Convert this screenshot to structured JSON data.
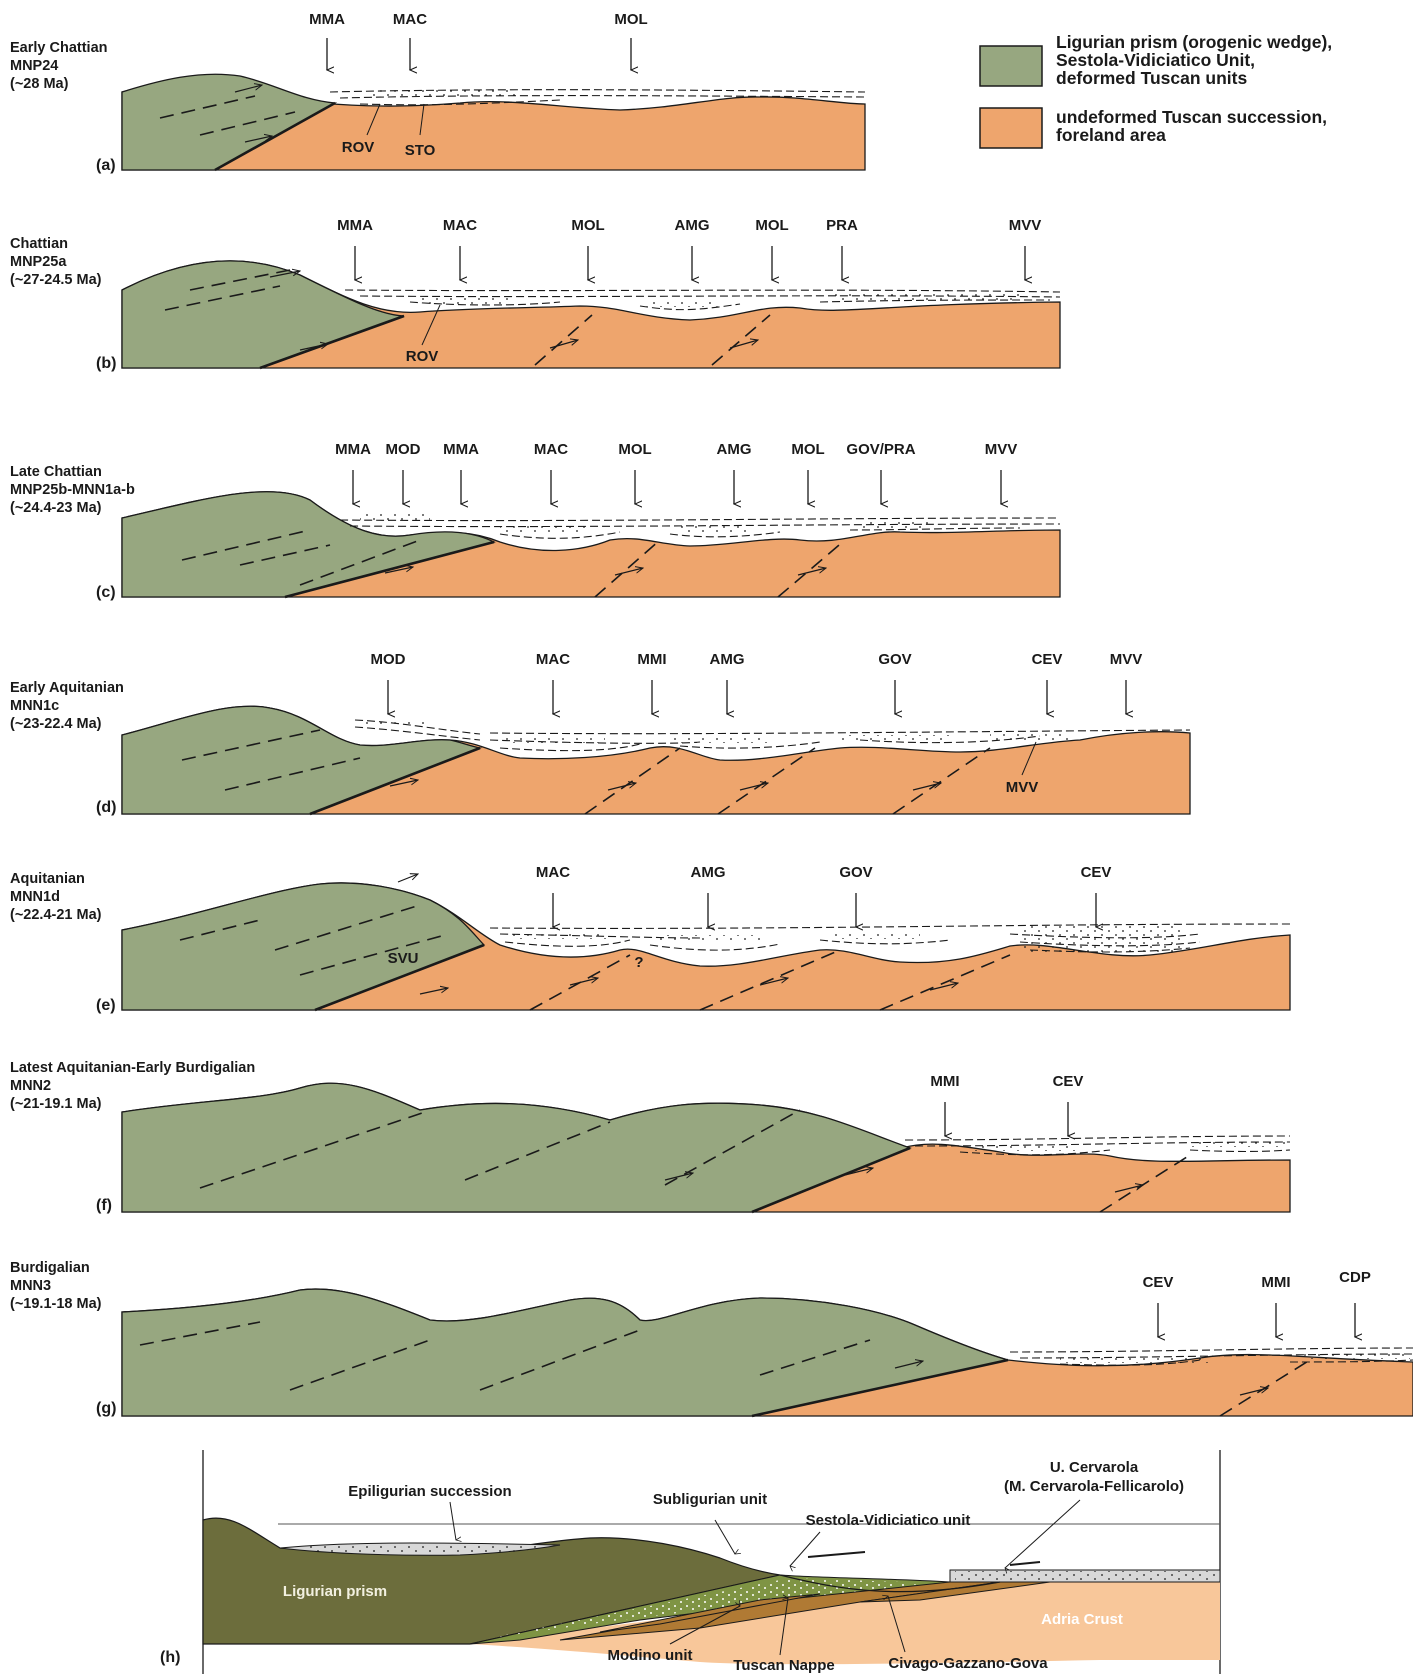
{
  "colors": {
    "ligurian_prism": "#97a780",
    "tuscan_foreland": "#eea56d",
    "h_ligurian_prism": "#6c6d3c",
    "h_subligurian": "#7f9444",
    "h_tuscan_nappe": "#b07a34",
    "h_adria_crust": "#f8c79a",
    "h_cervarola": "#d8d8d8"
  },
  "legend": [
    {
      "lines": [
        "Ligurian prism (orogenic wedge),",
        "Sestola-Vidiciatico Unit,",
        "deformed Tuscan units"
      ],
      "swatch": "ligurian_prism"
    },
    {
      "lines": [
        "undeformed Tuscan succession,",
        "foreland area"
      ],
      "swatch": "tuscan_foreland"
    }
  ],
  "panels": [
    {
      "id": "a",
      "tag": "(a)",
      "stage": [
        "Early Chattian",
        "MNP24",
        "(~28 Ma)"
      ],
      "units": [
        "MMA",
        "MAC",
        "MOL"
      ],
      "labels": [
        "ROV",
        "STO"
      ]
    },
    {
      "id": "b",
      "tag": "(b)",
      "stage": [
        "Chattian",
        "MNP25a",
        "(~27-24.5 Ma)"
      ],
      "units": [
        "MMA",
        "MAC",
        "MOL",
        "AMG",
        "MOL",
        "PRA",
        "MVV"
      ],
      "labels": [
        "ROV"
      ]
    },
    {
      "id": "c",
      "tag": "(c)",
      "stage": [
        "Late Chattian",
        "MNP25b-MNN1a-b",
        "(~24.4-23 Ma)"
      ],
      "units": [
        "MMA",
        "MOD",
        "MMA",
        "MAC",
        "MOL",
        "AMG",
        "MOL",
        "GOV/PRA",
        "MVV"
      ],
      "labels": []
    },
    {
      "id": "d",
      "tag": "(d)",
      "stage": [
        "Early Aquitanian",
        "MNN1c",
        "(~23-22.4 Ma)"
      ],
      "units": [
        "MOD",
        "MAC",
        "MMI",
        "AMG",
        "GOV",
        "CEV",
        "MVV"
      ],
      "labels": [
        "MVV"
      ]
    },
    {
      "id": "e",
      "tag": "(e)",
      "stage": [
        "Aquitanian",
        "MNN1d",
        "(~22.4-21 Ma)"
      ],
      "units": [
        "MAC",
        "AMG",
        "GOV",
        "CEV"
      ],
      "labels": [
        "SVU",
        "?"
      ]
    },
    {
      "id": "f",
      "tag": "(f)",
      "stage": [
        "Latest Aquitanian-Early Burdigalian",
        "MNN2",
        "(~21-19.1 Ma)"
      ],
      "units": [
        "MMI",
        "CEV"
      ],
      "labels": []
    },
    {
      "id": "g",
      "tag": "(g)",
      "stage": [
        "Burdigalian",
        "MNN3",
        "(~19.1-18 Ma)"
      ],
      "units": [
        "CEV",
        "MMI",
        "CDP"
      ],
      "labels": []
    }
  ],
  "section_h": {
    "tag": "(h)",
    "labels": {
      "epiligurian": "Epiligurian succession",
      "subligurian": "Subligurian unit",
      "sestola": "Sestola-Vidiciatico unit",
      "cervarola_1": "U. Cervarola",
      "cervarola_2": "(M. Cervarola-Fellicarolo)",
      "ligurian_prism": "Ligurian prism",
      "adria": "Adria Crust",
      "modino": "Modino unit",
      "tuscan_nappe": "Tuscan Nappe",
      "civago": "Civago-Gazzano-Gova"
    }
  }
}
